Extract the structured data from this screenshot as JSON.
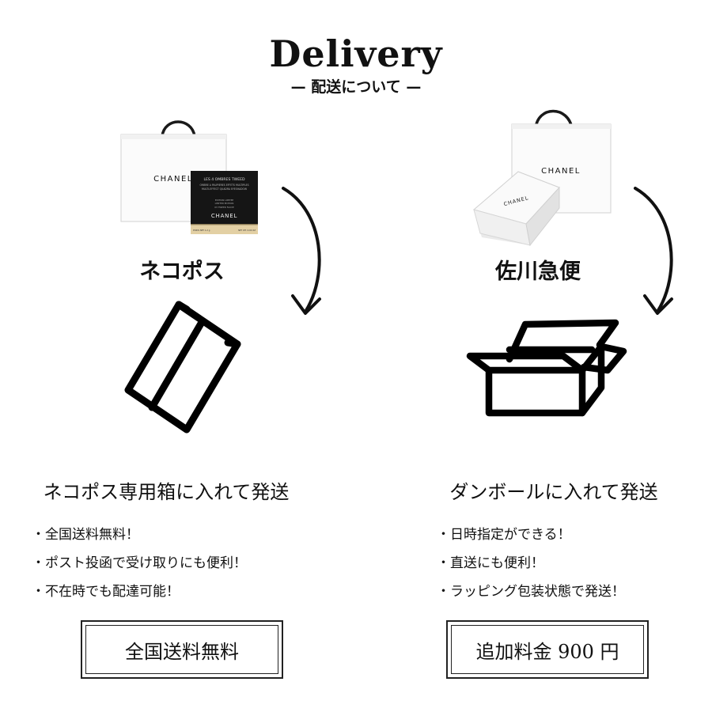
{
  "header": {
    "title": "Delivery",
    "subtitle": "— 配送について —"
  },
  "left": {
    "method": "ネコポス",
    "headline": "ネコポス専用箱に入れて発送",
    "bullets": [
      "全国送料無料！",
      "ポスト投函で受け取りにも便利！",
      "不在時でも配達可能！"
    ],
    "price": "全国送料無料",
    "bag_brand": "CHANEL",
    "product": {
      "line1": "LES 4 OMBRES TWEED",
      "line2": "OMBRE A PAUPIERES EFFETS MULTIPLES",
      "line3": "MULTI-EFFECT QUADRA EYESHADOW",
      "line4": "EDITION LIMITEE",
      "line5": "LIMITED EDITION",
      "line6": "03 TWEED FAUVE",
      "brand": "CHANEL",
      "weight_left": "POIDS NET 1.2 g",
      "weight_right": "NET WT. 0.04 OZ"
    }
  },
  "right": {
    "method": "佐川急便",
    "headline": "ダンボールに入れて発送",
    "bullets": [
      "日時指定ができる！",
      "直送にも便利！",
      "ラッピング包装状態で発送！"
    ],
    "price": "追加料金 900 円",
    "bag_brand": "CHANEL",
    "box_brand": "CHANEL"
  }
}
